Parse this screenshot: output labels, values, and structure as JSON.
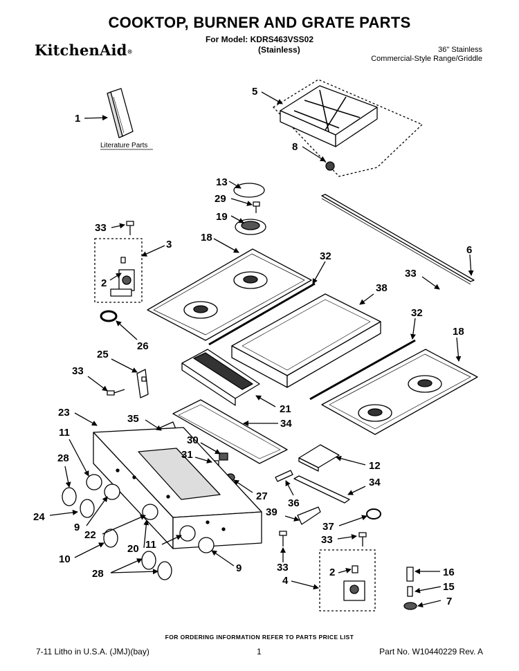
{
  "header": {
    "title": "COOKTOP, BURNER AND GRATE PARTS",
    "model_line": "For Model: KDRS463VSS02",
    "variant": "(Stainless)",
    "brand": "KitchenAid",
    "brand_mark": "®",
    "description_line1": "36\" Stainless",
    "description_line2": "Commercial-Style Range/Griddle"
  },
  "diagram": {
    "literature_label": "Literature Parts",
    "callouts": [
      {
        "id": "c1",
        "text": "1"
      },
      {
        "id": "c5",
        "text": "5"
      },
      {
        "id": "c8",
        "text": "8"
      },
      {
        "id": "c13",
        "text": "13"
      },
      {
        "id": "c29",
        "text": "29"
      },
      {
        "id": "c19",
        "text": "19"
      },
      {
        "id": "c33a",
        "text": "33"
      },
      {
        "id": "c3",
        "text": "3"
      },
      {
        "id": "c18a",
        "text": "18"
      },
      {
        "id": "c2a",
        "text": "2"
      },
      {
        "id": "c32a",
        "text": "32"
      },
      {
        "id": "c6",
        "text": "6"
      },
      {
        "id": "c33b",
        "text": "33"
      },
      {
        "id": "c38",
        "text": "38"
      },
      {
        "id": "c26",
        "text": "26"
      },
      {
        "id": "c32b",
        "text": "32"
      },
      {
        "id": "c18b",
        "text": "18"
      },
      {
        "id": "c25",
        "text": "25"
      },
      {
        "id": "c33c",
        "text": "33"
      },
      {
        "id": "c21",
        "text": "21"
      },
      {
        "id": "c23",
        "text": "23"
      },
      {
        "id": "c35",
        "text": "35"
      },
      {
        "id": "c34a",
        "text": "34"
      },
      {
        "id": "c11a",
        "text": "11"
      },
      {
        "id": "c30",
        "text": "30"
      },
      {
        "id": "c12",
        "text": "12"
      },
      {
        "id": "c28a",
        "text": "28"
      },
      {
        "id": "c31",
        "text": "31"
      },
      {
        "id": "c34b",
        "text": "34"
      },
      {
        "id": "c27",
        "text": "27"
      },
      {
        "id": "c24",
        "text": "24"
      },
      {
        "id": "c36",
        "text": "36"
      },
      {
        "id": "c9a",
        "text": "9"
      },
      {
        "id": "c39",
        "text": "39"
      },
      {
        "id": "c37",
        "text": "37"
      },
      {
        "id": "c22",
        "text": "22"
      },
      {
        "id": "c33d",
        "text": "33"
      },
      {
        "id": "c11b",
        "text": "11"
      },
      {
        "id": "c20",
        "text": "20"
      },
      {
        "id": "c10",
        "text": "10"
      },
      {
        "id": "c33e",
        "text": "33"
      },
      {
        "id": "c9b",
        "text": "9"
      },
      {
        "id": "c28b",
        "text": "28"
      },
      {
        "id": "c2b",
        "text": "2"
      },
      {
        "id": "c16",
        "text": "16"
      },
      {
        "id": "c4",
        "text": "4"
      },
      {
        "id": "c15",
        "text": "15"
      },
      {
        "id": "c7",
        "text": "7"
      }
    ]
  },
  "footer": {
    "ordering_note": "FOR ORDERING INFORMATION REFER TO PARTS PRICE LIST",
    "litho": "7-11 Litho in U.S.A. (JMJ)(bay)",
    "page": "1",
    "part_no": "Part No. W10440229 Rev. A"
  }
}
